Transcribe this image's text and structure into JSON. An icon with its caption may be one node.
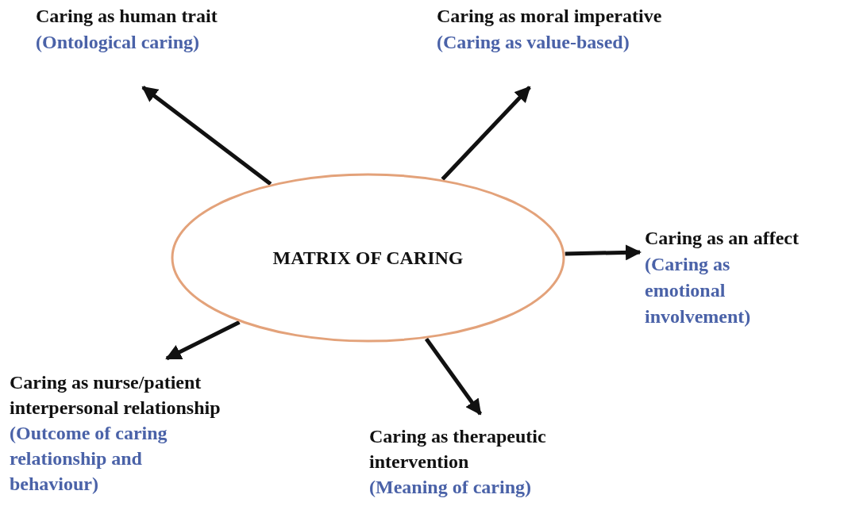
{
  "diagram": {
    "nodes": [
      {
        "text": [
          "MATRIX OF CARING"
        ]
      },
      {
        "text": [
          "Caring as human trait",
          "(Ontological caring)"
        ]
      },
      {
        "text": [
          "Caring as moral imperative",
          "(Caring as value-based)"
        ]
      },
      {
        "text": [
          "Caring as an affect",
          "(Caring as emotional involvement)"
        ]
      },
      {
        "text": [
          "Caring as nurse/patient interpersonal relationship",
          "(Outcome of caring relationship and behaviour)"
        ]
      },
      {
        "text": [
          "Caring as therapeutic intervention",
          "(Meaning of caring)"
        ]
      }
    ],
    "edges": [
      {
        "from": 0,
        "to": 1,
        "arrow": "to"
      },
      {
        "from": 0,
        "to": 2,
        "arrow": "to"
      },
      {
        "from": 0,
        "to": 3,
        "arrow": "to"
      },
      {
        "from": 0,
        "to": 4,
        "arrow": "to"
      },
      {
        "from": 0,
        "to": 5,
        "arrow": "to"
      }
    ]
  }
}
